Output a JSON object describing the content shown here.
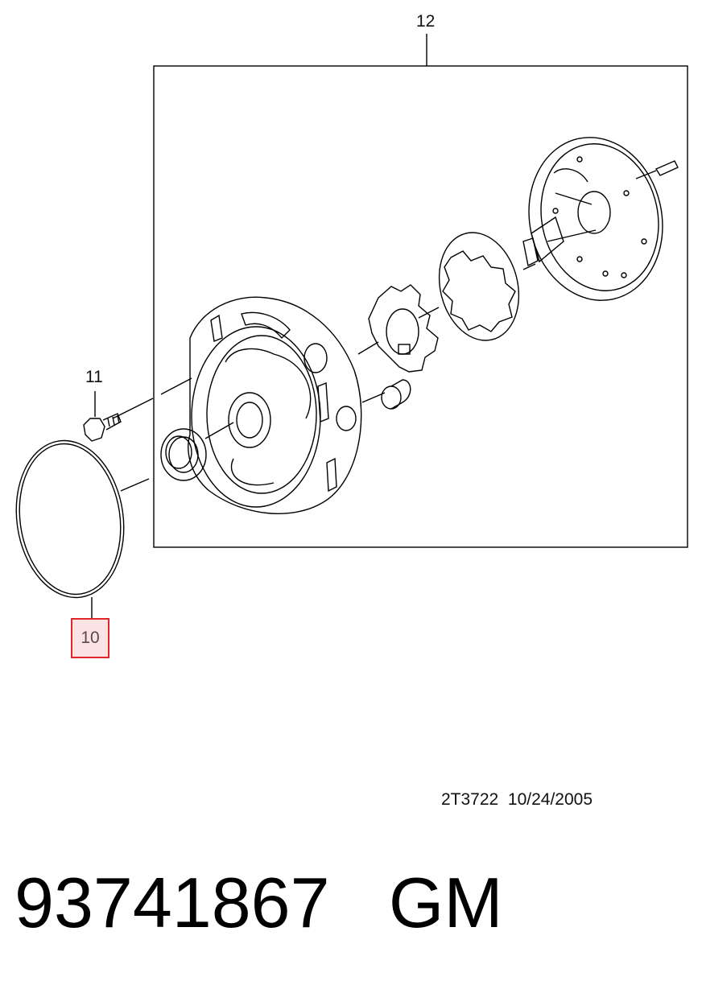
{
  "callouts": {
    "c12": "12",
    "c11": "11",
    "c10": "10"
  },
  "drawing_ref": "2T3722  10/24/2005",
  "part_number": "93741867",
  "brand": "GM",
  "colors": {
    "highlight_border": "#e0262b",
    "highlight_fill": "#fbe3e4",
    "line": "#000000"
  }
}
